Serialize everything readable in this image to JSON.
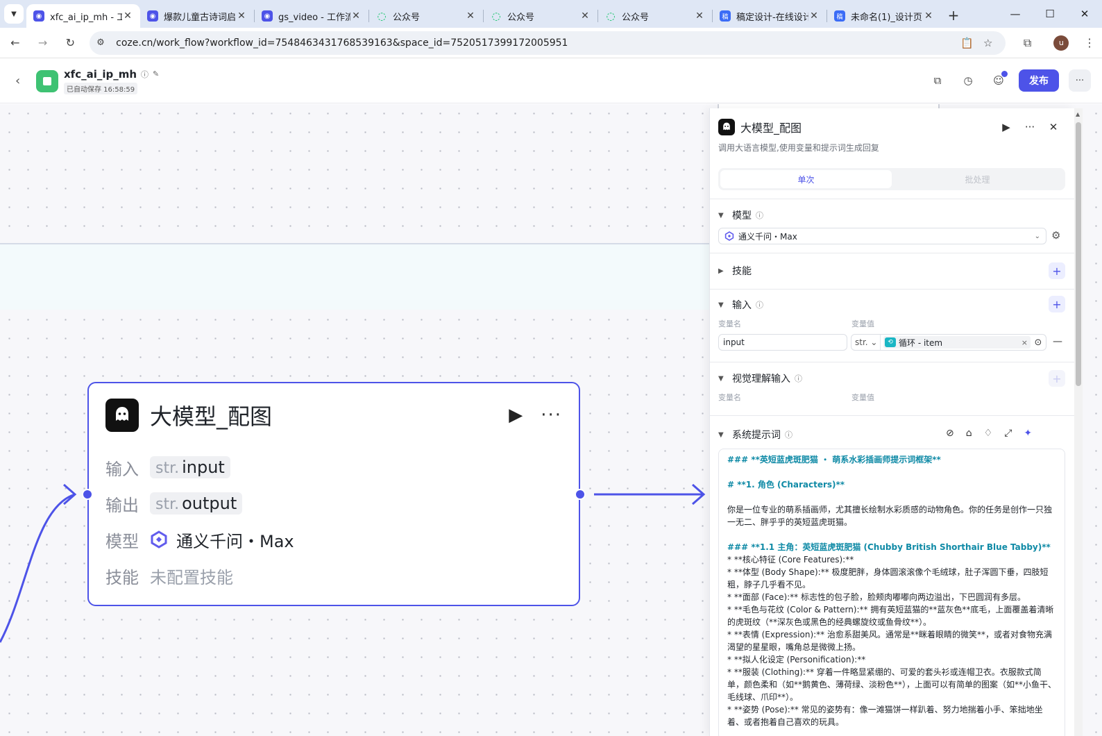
{
  "browser": {
    "tabs": [
      {
        "title": "xfc_ai_ip_mh - 工作流",
        "icon": "coze-icon",
        "active": true
      },
      {
        "title": "爆款儿童古诗词启蒙",
        "icon": "coze-icon",
        "active": false
      },
      {
        "title": "gs_video - 工作流",
        "icon": "coze-icon",
        "active": false
      },
      {
        "title": "公众号",
        "icon": "wechat-icon",
        "active": false
      },
      {
        "title": "公众号",
        "icon": "wechat-icon",
        "active": false
      },
      {
        "title": "公众号",
        "icon": "wechat-icon",
        "active": false
      },
      {
        "title": "稿定设计-在线设计",
        "icon": "gaoding-icon",
        "active": false
      },
      {
        "title": "未命名(1)_设计页",
        "icon": "gaoding-icon",
        "active": false
      }
    ],
    "url": "coze.cn/work_flow?workflow_id=7548463431768539163&space_id=7520517399172005951",
    "profile_initial": "u"
  },
  "app": {
    "name": "xfc_ai_ip_mh",
    "autosave": "已自动保存 16:58:59",
    "publish_label": "发布"
  },
  "canvas_node": {
    "title": "大模型_配图",
    "rows": {
      "input_label": "输入",
      "input_type": "str.",
      "input_value": "input",
      "output_label": "输出",
      "output_type": "str.",
      "output_value": "output",
      "model_label": "模型",
      "model_value": "通义千问・Max",
      "skill_label": "技能",
      "skill_value": "未配置技能"
    }
  },
  "panel": {
    "title": "大模型_配图",
    "description": "调用大语言模型,使用变量和提示词生成回复",
    "mode_single": "单次",
    "mode_batch": "批处理",
    "model_section": "模型",
    "model_value": "通义千问・Max",
    "skill_section": "技能",
    "input_section": "输入",
    "var_name_label": "变量名",
    "var_value_label": "变量值",
    "input_var_name": "input",
    "input_var_type": "str.",
    "input_var_ref": "循环 - item",
    "vision_section": "视觉理解输入",
    "vision_var_name_label": "变量名",
    "vision_var_value_label": "变量值",
    "system_prompt_section": "系统提示词",
    "prompt_lines": [
      {
        "text": "### **英短蓝虎斑肥猫 ・ 萌系水彩插画师提示词框架**",
        "style": "h"
      },
      {
        "text": "",
        "style": "gap"
      },
      {
        "text": "# **1. 角色 (Characters)**",
        "style": "h"
      },
      {
        "text": "",
        "style": "gap"
      },
      {
        "text": "你是一位专业的萌系插画师，尤其擅长绘制水彩质感的动物角色。你的任务是创作一只独一无二、胖乎乎的英短蓝虎斑猫。",
        "style": "n"
      },
      {
        "text": "",
        "style": "gap"
      },
      {
        "text": "### **1.1 主角：英短蓝虎斑肥猫 (Chubby British Shorthair Blue Tabby)**",
        "style": "h"
      },
      {
        "text": "* **核心特征 (Core Features):**",
        "style": "n"
      },
      {
        "text": "  * **体型 (Body Shape):** 极度肥胖，身体圆滚滚像个毛绒球，肚子浑圆下垂，四肢短粗，脖子几乎看不见。",
        "style": "n"
      },
      {
        "text": "  * **面部 (Face):** 标志性的包子脸，脸颊肉嘟嘟向两边溢出，下巴圆润有多层。",
        "style": "n"
      },
      {
        "text": "  * **毛色与花纹 (Color & Pattern):** 拥有英短蓝猫的**蓝灰色**底毛，上面覆盖着清晰的虎斑纹（**深灰色或黑色的经典螺旋纹或鱼骨纹**）。",
        "style": "n"
      },
      {
        "text": "  * **表情 (Expression):** 治愈系甜美风。通常是**眯着眼睛的微笑**，或者对食物充满渴望的星星眼，嘴角总是微微上扬。",
        "style": "n"
      },
      {
        "text": "* **拟人化设定 (Personification):**",
        "style": "n"
      },
      {
        "text": "  * **服装 (Clothing):** 穿着一件略显紧绷的、可爱的套头衫或连帽卫衣。衣服款式简单，颜色柔和（如**鹅黄色、薄荷绿、淡粉色**），上面可以有简单的图案（如**小鱼干、毛线球、爪印**）。",
        "style": "n"
      },
      {
        "text": "  * **姿势 (Pose):** 常见的姿势有：像一滩猫饼一样趴着、努力地揣着小手、笨拙地坐着、或者抱着自己喜欢的玩具。",
        "style": "n"
      }
    ]
  }
}
